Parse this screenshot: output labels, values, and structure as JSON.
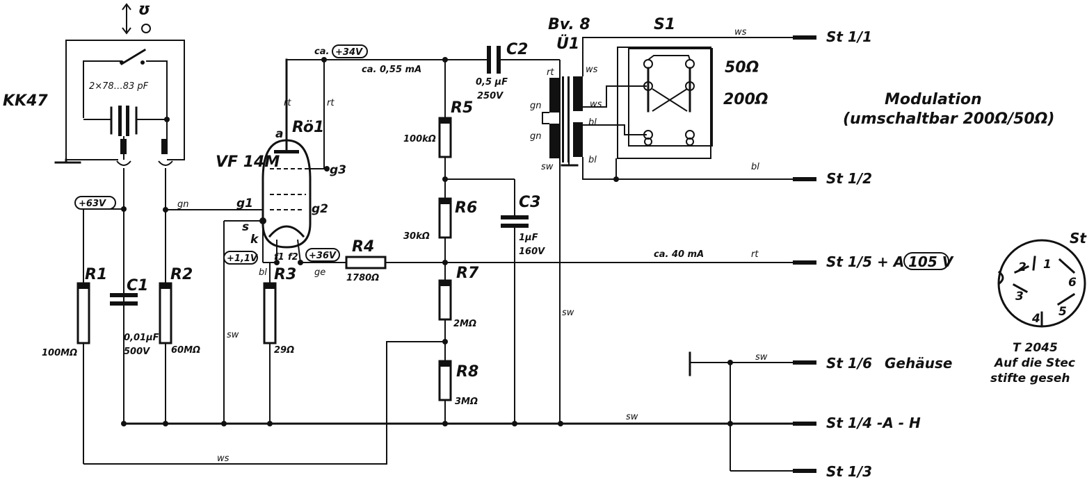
{
  "labels": {
    "kk47": "KK47",
    "cap_top": "2×78…83 pF",
    "tube": "VF 14M",
    "tube_ref": "Rö1",
    "pin_a": "a",
    "pin_g3": "g3",
    "pin_g1": "g1",
    "pin_g2": "g2",
    "pin_s": "s",
    "pin_k": "k",
    "pin_f1": "f1",
    "pin_f2": "f2",
    "v_34": "+34V",
    "v_63": "+63V",
    "v_36": "+36V",
    "v_11": "+1,1V",
    "v_105": "105 V",
    "cur_055": "ca. 0,55 mA",
    "cur_40": "ca. 40 mA",
    "ca": "ca.",
    "c2": "C2",
    "c2_val1": "0,5 µF",
    "c2_val2": "250V",
    "r5": "R5",
    "r5_val": "100kΩ",
    "r6": "R6",
    "r6_val": "30kΩ",
    "c3": "C3",
    "c3_val1": "1µF",
    "c3_val2": "160V",
    "r4": "R4",
    "r4_val": "1780Ω",
    "r7": "R7",
    "r7_val": "2MΩ",
    "r8": "R8",
    "r8_val": "3MΩ",
    "r1": "R1",
    "r1_val": "100MΩ",
    "c1": "C1",
    "c1_val1": "0,01µF",
    "c1_val2": "500V",
    "r2": "R2",
    "r2_val": "60MΩ",
    "r3": "R3",
    "r3_val": "29Ω",
    "bv8": "Bv. 8",
    "u1": "Ü1",
    "s1": "S1",
    "ohm50": "50Ω",
    "ohm200": "200Ω",
    "mod1": "Modulation",
    "mod2": "(umschaltbar 200Ω/50Ω)",
    "st11": "St 1/1",
    "st12": "St 1/2",
    "st15": "St 1/5  + A",
    "st16": "St 1/6",
    "gehaeuse": "Gehäuse",
    "st14": "St 1/4   -A - H",
    "st13": "St 1/3",
    "conn_st": "St",
    "t2045": "T 2045",
    "auf1": "Auf die Stec",
    "auf2": "stifte geseh",
    "conn_p1": "1",
    "conn_p2": "2",
    "conn_p3": "3",
    "conn_p4": "4",
    "conn_p5": "5",
    "conn_p6": "6"
  },
  "wire_colors": {
    "ws": "ws",
    "bl": "bl",
    "rt": "rt",
    "gn": "gn",
    "sw": "sw",
    "ge": "ge"
  }
}
